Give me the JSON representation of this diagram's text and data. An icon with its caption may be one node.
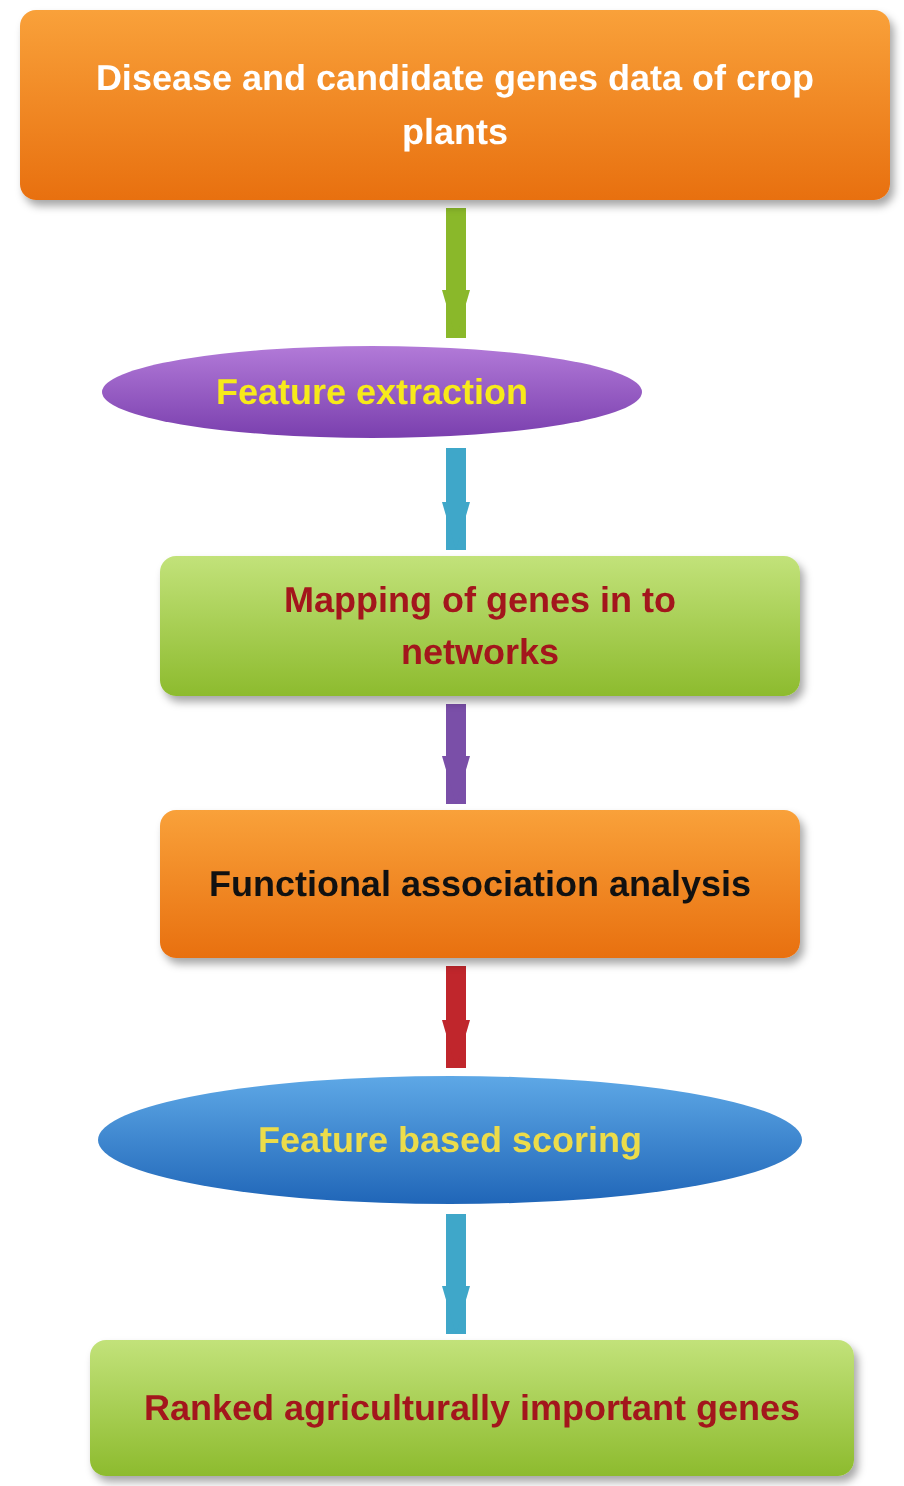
{
  "diagram": {
    "nodes": [
      {
        "text": [
          "Disease and candidate genes data of crop plants"
        ]
      },
      {
        "text": [
          "Feature extraction"
        ]
      },
      {
        "text": [
          "Mapping of genes in to networks"
        ]
      },
      {
        "text": [
          "Functional association analysis"
        ]
      },
      {
        "text": [
          "Feature based scoring"
        ]
      },
      {
        "text": [
          "Ranked agriculturally important genes"
        ]
      }
    ],
    "edges": [
      {
        "from": 0,
        "to": 1,
        "arrow": "to",
        "color": "#8ab82a"
      },
      {
        "from": 1,
        "to": 2,
        "arrow": "to",
        "color": "#3fa7c9"
      },
      {
        "from": 2,
        "to": 3,
        "arrow": "to",
        "color": "#7a4fa8"
      },
      {
        "from": 3,
        "to": 4,
        "arrow": "to",
        "color": "#c0262c"
      },
      {
        "from": 4,
        "to": 5,
        "arrow": "to",
        "color": "#3fa7c9"
      }
    ]
  }
}
